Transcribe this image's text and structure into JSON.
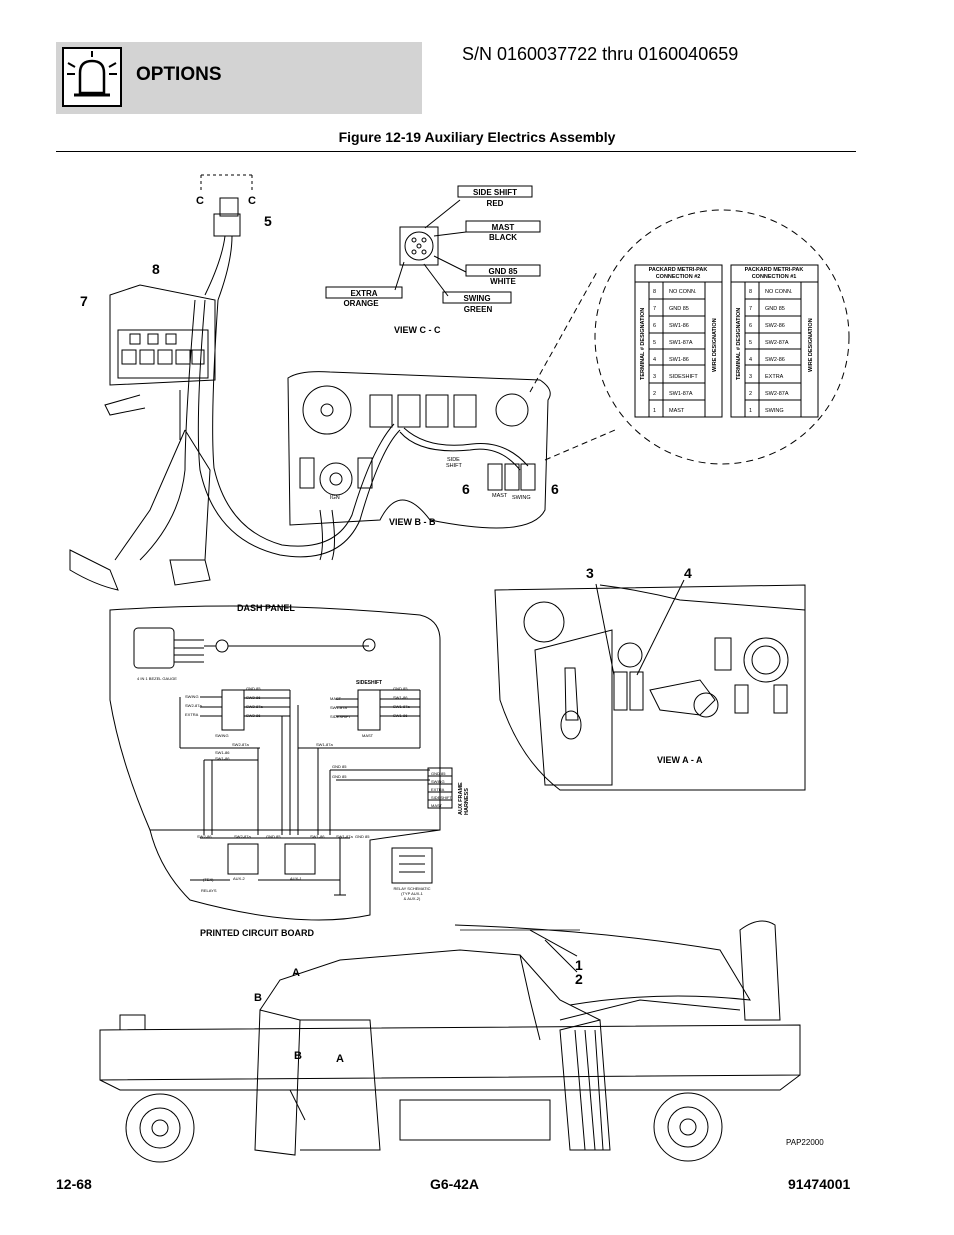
{
  "header": {
    "section_title": "OPTIONS",
    "serial_range": "S/N 0160037722 thru 0160040659"
  },
  "figure": {
    "title": "Figure 12-19 Auxiliary Electrics Assembly",
    "code": "PAP22000"
  },
  "callouts": {
    "c1": "C",
    "c2": "C",
    "n5": "5",
    "n8": "8",
    "n7": "7",
    "n6a": "6",
    "n6b": "6",
    "n3": "3",
    "n4": "4",
    "n1": "1",
    "n2": "2",
    "a1": "A",
    "a2": "A",
    "b1": "B",
    "b2": "B"
  },
  "view_c": {
    "caption": "VIEW C - C",
    "wires": {
      "side_shift": "SIDE SHIFT",
      "red": "RED",
      "mast": "MAST",
      "black": "BLACK",
      "gnd85": "GND 85",
      "white": "WHITE",
      "extra": "EXTRA",
      "orange": "ORANGE",
      "swing": "SWING",
      "green": "GREEN"
    }
  },
  "view_b": {
    "caption": "VIEW B - B",
    "side_shift": "SIDE",
    "side_shift2": "SHIFT",
    "ign": "IGN",
    "mast": "MAST",
    "swing": "SWING"
  },
  "view_a": {
    "caption": "VIEW A - A"
  },
  "connector2": {
    "title1": "PACKARD METRI-PAK",
    "title2": "CONNECTION #2",
    "terminal_label": "TERMINAL # DESIGNATION",
    "wire_label": "WIRE DESIGNATION",
    "rows": [
      {
        "n": "8",
        "w": "NO CONN."
      },
      {
        "n": "7",
        "w": "GND 85"
      },
      {
        "n": "6",
        "w": "SW1-86"
      },
      {
        "n": "5",
        "w": "SW1-87A"
      },
      {
        "n": "4",
        "w": "SW1-86"
      },
      {
        "n": "3",
        "w": "SIDESHIFT"
      },
      {
        "n": "2",
        "w": "SW1-87A"
      },
      {
        "n": "1",
        "w": "MAST"
      }
    ]
  },
  "connector1": {
    "title1": "PACKARD METRI-PAK",
    "title2": "CONNECTION #1",
    "terminal_label": "TERMINAL # DESIGNATION",
    "wire_label": "WIRE DESIGNATION",
    "rows": [
      {
        "n": "8",
        "w": "NO CONN."
      },
      {
        "n": "7",
        "w": "GND 85"
      },
      {
        "n": "6",
        "w": "SW2-86"
      },
      {
        "n": "5",
        "w": "SW2-87A"
      },
      {
        "n": "4",
        "w": "SW2-86"
      },
      {
        "n": "3",
        "w": "EXTRA"
      },
      {
        "n": "2",
        "w": "SW2-87A"
      },
      {
        "n": "1",
        "w": "SWING"
      }
    ]
  },
  "schematic": {
    "dash_panel": "DASH PANEL",
    "pcb": "PRINTED CIRCUIT BOARD",
    "gauge": "4 IN 1 BEZEL GAUGE",
    "sideshift": "SIDESHIFT",
    "swing_label": "SWING",
    "mast_label": "MAST",
    "left_sw": [
      "SWING",
      "SW2-87a",
      "EXTRA"
    ],
    "left_sw_r": [
      "GND 85",
      "SW2-86",
      "SW2-87a",
      "SW2-86"
    ],
    "right_sw": [
      "MAST",
      "SW1-87a",
      "SIDESHIFT"
    ],
    "right_sw_r": [
      "GND 85",
      "SW1-86",
      "SW1-87a",
      "SW1-86"
    ],
    "bus": [
      "SW2-87a",
      "SW1-86",
      "SW1-86",
      "SW1-87a",
      "GND 85",
      "GND 85"
    ],
    "harness": [
      "GND 85",
      "SWING",
      "EXTRA",
      "SIDESHIFT",
      "MAST"
    ],
    "harness_title1": "AUX FRAME",
    "harness_title2": "HARNESS",
    "relay_row": [
      "SW2-86",
      "SW2-87a",
      "GND 85",
      "SW1-86",
      "SW1-87a",
      "GND 85"
    ],
    "aux2": "AUX-2",
    "aux1": "AUX-1",
    "relays": "RELAYS",
    "tex": "(TEX)",
    "relay_schem1": "RELAY SCHEMATIC",
    "relay_schem2": "(TYP AUX-1",
    "relay_schem3": "& AUX-2)"
  },
  "footer": {
    "page": "12-68",
    "model": "G6-42A",
    "doc": "91474001"
  }
}
